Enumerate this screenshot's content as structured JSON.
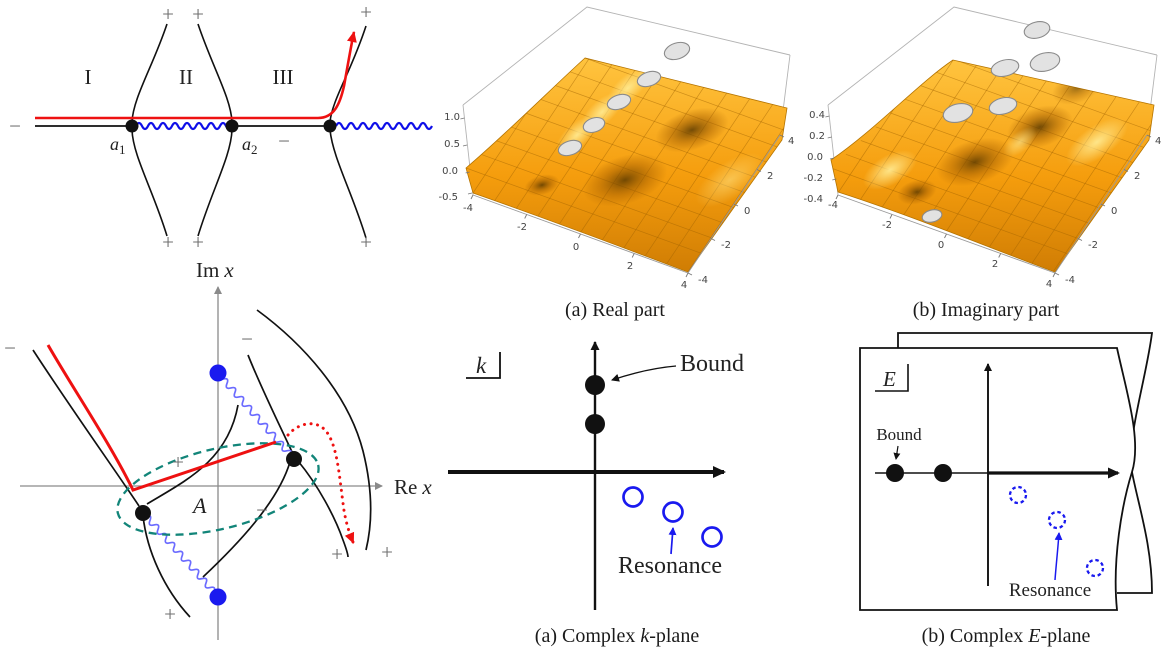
{
  "symbols": {
    "plus": "+",
    "minus": "−"
  },
  "colors": {
    "red": "#ee1111",
    "blue": "#1a1aef",
    "wavy_blue": "#0f0fe8",
    "light_wavy_blue": "#6b6bff",
    "teal_dashed": "#128579",
    "sign_gray": "#6e6e6e",
    "surface_orange": "#f59d0d",
    "pole_cap_gray": "#e2e2e2"
  },
  "stokes_upper": {
    "region_1": "I",
    "region_2": "II",
    "region_3": "III",
    "a_base": "a",
    "a1_sub": "1",
    "a2_sub": "2"
  },
  "complex_x": {
    "im_label": "Im",
    "re_label": "Re",
    "x_var": "x",
    "contour_label": "A"
  },
  "plot3d_real": {
    "caption": "(a) Real part",
    "z_ticks": [
      "1.0",
      "0.5",
      "0.0",
      "-0.5"
    ],
    "x_ticks": [
      "-4",
      "-2",
      "0",
      "2",
      "4"
    ],
    "y_ticks": [
      "-4",
      "-2",
      "0",
      "2",
      "4"
    ]
  },
  "plot3d_imag": {
    "caption": "(b) Imaginary part",
    "z_ticks": [
      "0.4",
      "0.2",
      "0.0",
      "-0.2",
      "-0.4"
    ],
    "x_ticks": [
      "-4",
      "-2",
      "0",
      "2",
      "4"
    ],
    "y_ticks": [
      "-4",
      "-2",
      "0",
      "2",
      "4"
    ]
  },
  "k_plane": {
    "plane_label": "k",
    "bound_label": "Bound",
    "resonance_label": "Resonance",
    "caption_pre": "(a) Complex ",
    "caption_var": "k",
    "caption_post": "-plane"
  },
  "e_plane": {
    "plane_label": "E",
    "bound_label": "Bound",
    "resonance_label": "Resonance",
    "caption_pre": "(b) Complex ",
    "caption_var": "E",
    "caption_post": "-plane"
  },
  "chart_data": [
    {
      "type": "surface3d",
      "title": "(a) Real part",
      "x_range": [
        -4,
        4
      ],
      "y_range": [
        -4,
        4
      ],
      "z_range": [
        -0.5,
        1.0
      ],
      "x_ticks": [
        -4,
        -2,
        0,
        2,
        4
      ],
      "y_ticks": [
        -4,
        -2,
        0,
        2,
        4
      ],
      "z_ticks": [
        1.0,
        0.5,
        0.0,
        -0.5
      ],
      "surface_color": "orange",
      "clipped_pole_caps": 5,
      "baseline_level": 0.0
    },
    {
      "type": "surface3d",
      "title": "(b) Imaginary part",
      "x_range": [
        -4,
        4
      ],
      "y_range": [
        -4,
        4
      ],
      "z_range": [
        -0.4,
        0.4
      ],
      "x_ticks": [
        -4,
        -2,
        0,
        2,
        4
      ],
      "y_ticks": [
        -4,
        -2,
        0,
        2,
        4
      ],
      "z_ticks": [
        0.4,
        0.2,
        0.0,
        -0.2,
        -0.4
      ],
      "surface_color": "orange",
      "clipped_pole_caps": 6,
      "baseline_level": 0.0
    }
  ]
}
